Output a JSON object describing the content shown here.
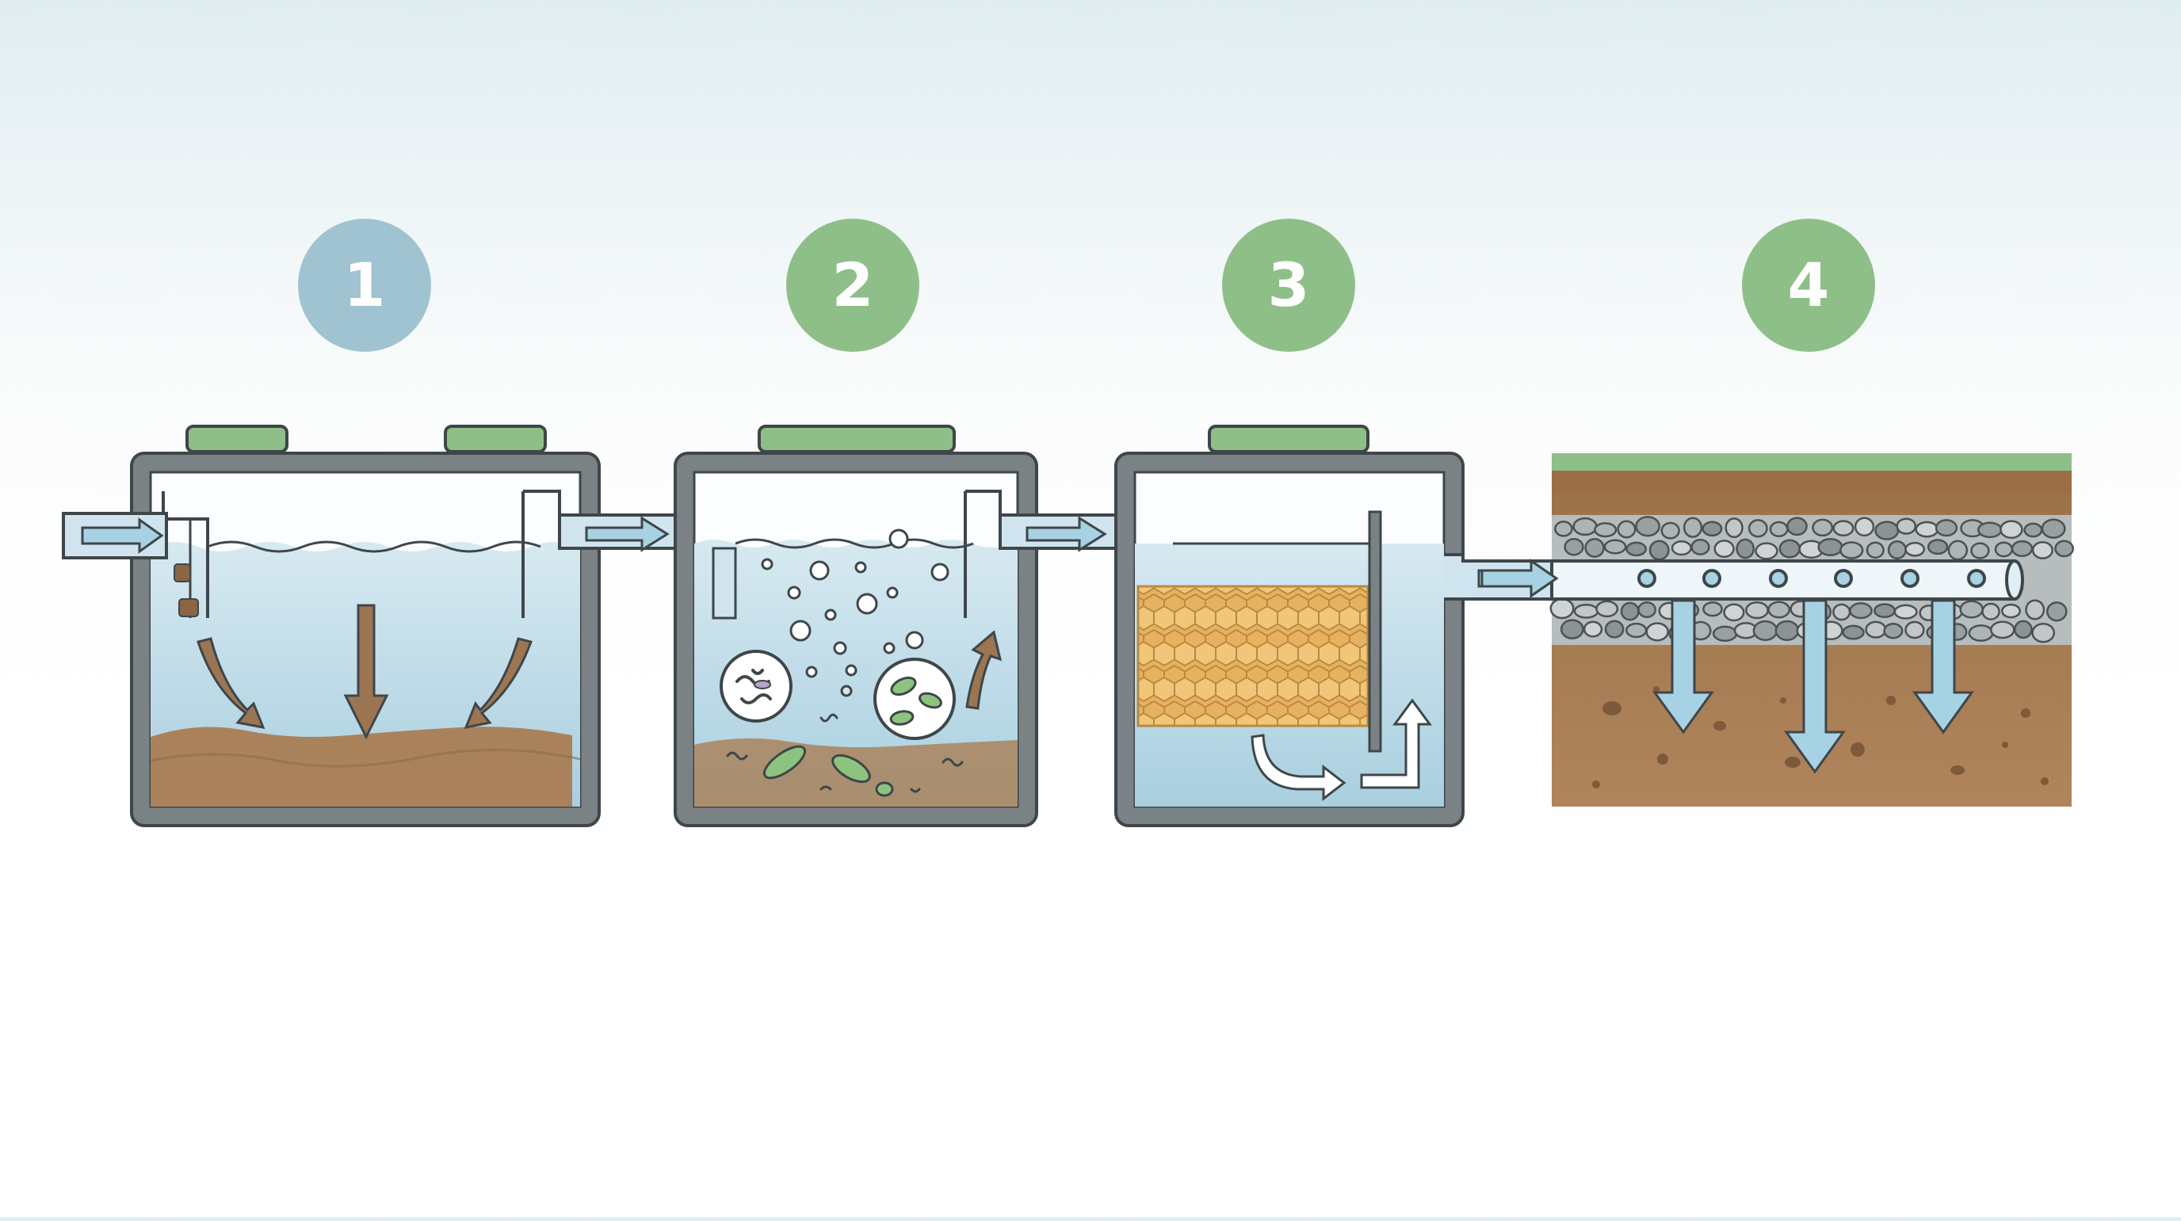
{
  "steps": [
    {
      "label": "1",
      "color": "#9fc3d1"
    },
    {
      "label": "2",
      "color": "#8ebf88"
    },
    {
      "label": "3",
      "color": "#8ebf88"
    },
    {
      "label": "4",
      "color": "#8ebf88"
    }
  ],
  "colors": {
    "wall": "#7b8285",
    "wall_outline": "#3f4649",
    "water": "#cfe4ee",
    "water_deep": "#a7cfe0",
    "sludge": "#a9825c",
    "lid": "#8ebf88",
    "media": "#e9b564",
    "soil": "#a77d55",
    "grass": "#8ebf88",
    "gravel": "#b7bcbd",
    "bacteria": "#8cc47f",
    "arrow": "#a7d2e4",
    "arrow_brown": "#9c7553"
  }
}
